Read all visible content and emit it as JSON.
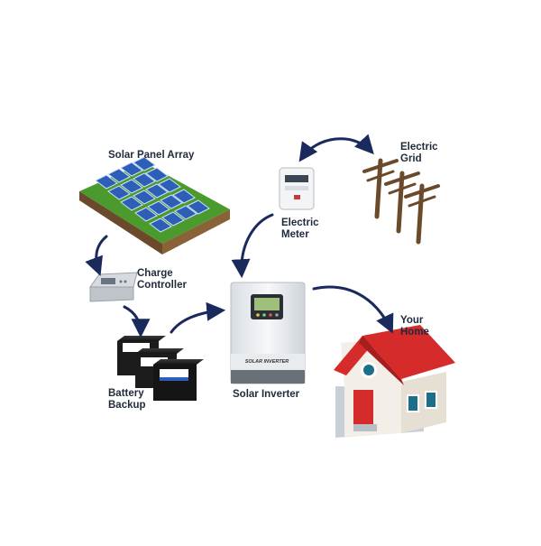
{
  "labels": {
    "solar_panel_array": "Solar Panel Array",
    "charge_controller_1": "Charge",
    "charge_controller_2": "Controller",
    "battery_backup_1": "Battery",
    "battery_backup_2": "Backup",
    "solar_inverter": "Solar Inverter",
    "electric_meter_1": "Electric",
    "electric_meter_2": "Meter",
    "electric_grid_1": "Electric",
    "electric_grid_2": "Grid",
    "your_home_1": "Your",
    "your_home_2": "Home"
  },
  "device_text": {
    "inverter_brand": "SOLAR INVERTER"
  },
  "colors": {
    "arrow": "#1b2a5c",
    "roof": "#d62b2b",
    "panel": "#2d5fb8",
    "grass": "#4a9a2e"
  }
}
